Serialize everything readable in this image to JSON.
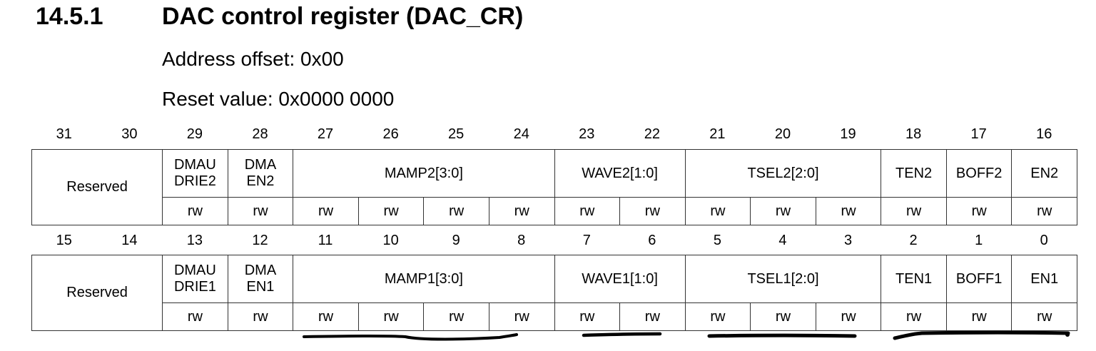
{
  "section": {
    "number": "14.5.1",
    "title": "DAC control register (DAC_CR)"
  },
  "register": {
    "address_offset": "Address offset: 0x00",
    "reset_value": "Reset value: 0x0000 0000"
  },
  "upper_half": {
    "bit_numbers": [
      "31",
      "30",
      "29",
      "28",
      "27",
      "26",
      "25",
      "24",
      "23",
      "22",
      "21",
      "20",
      "19",
      "18",
      "17",
      "16"
    ],
    "fields": [
      {
        "name": "Reserved",
        "span": 2
      },
      {
        "name": "DMAU\nDRIE2",
        "line1": "DMAU",
        "line2": "DRIE2",
        "span": 1
      },
      {
        "name": "DMA\nEN2",
        "line1": "DMA",
        "line2": "EN2",
        "span": 1
      },
      {
        "name": "MAMP2[3:0]",
        "span": 4
      },
      {
        "name": "WAVE2[1:0]",
        "span": 2
      },
      {
        "name": "TSEL2[2:0]",
        "span": 3
      },
      {
        "name": "TEN2",
        "span": 1
      },
      {
        "name": "BOFF2",
        "span": 1
      },
      {
        "name": "EN2",
        "span": 1
      }
    ],
    "access": [
      "rw",
      "rw",
      "rw",
      "rw",
      "rw",
      "rw",
      "rw",
      "rw",
      "rw",
      "rw",
      "rw",
      "rw",
      "rw",
      "rw"
    ]
  },
  "lower_half": {
    "bit_numbers": [
      "15",
      "14",
      "13",
      "12",
      "11",
      "10",
      "9",
      "8",
      "7",
      "6",
      "5",
      "4",
      "3",
      "2",
      "1",
      "0"
    ],
    "fields": [
      {
        "name": "Reserved",
        "span": 2
      },
      {
        "name": "DMAU\nDRIE1",
        "line1": "DMAU",
        "line2": "DRIE1",
        "span": 1
      },
      {
        "name": "DMA\nEN1",
        "line1": "DMA",
        "line2": "EN1",
        "span": 1
      },
      {
        "name": "MAMP1[3:0]",
        "span": 4
      },
      {
        "name": "WAVE1[1:0]",
        "span": 2
      },
      {
        "name": "TSEL1[2:0]",
        "span": 3
      },
      {
        "name": "TEN1",
        "span": 1
      },
      {
        "name": "BOFF1",
        "span": 1
      },
      {
        "name": "EN1",
        "span": 1
      }
    ],
    "access": [
      "rw",
      "rw",
      "rw",
      "rw",
      "rw",
      "rw",
      "rw",
      "rw",
      "rw",
      "rw",
      "rw",
      "rw",
      "rw",
      "rw"
    ]
  },
  "annotations": {
    "underline_color": "#000000",
    "underlined_fields": [
      "MAMP1[3:0]",
      "WAVE1[1:0]",
      "TSEL1[2:0]",
      "TEN1-BOFF1-EN1"
    ]
  }
}
